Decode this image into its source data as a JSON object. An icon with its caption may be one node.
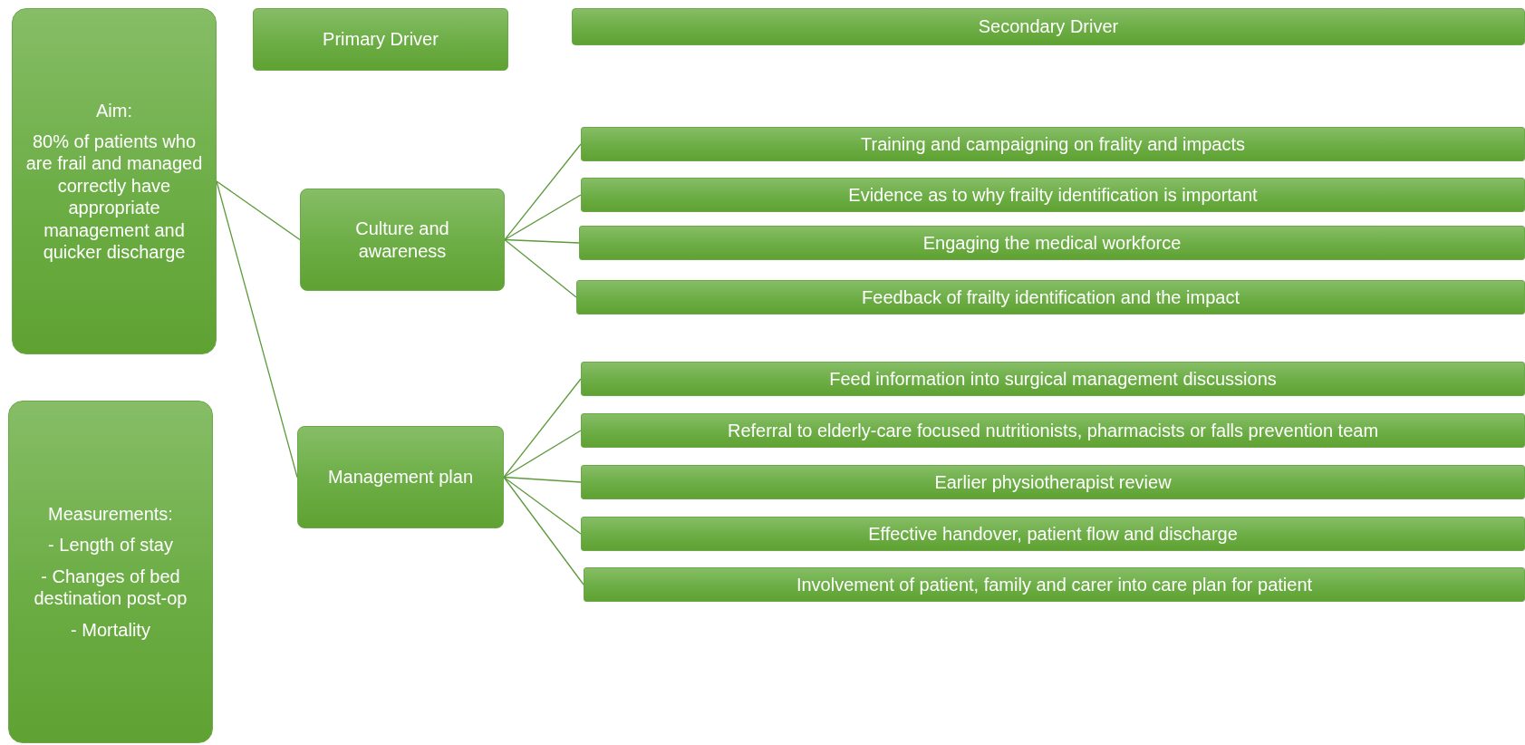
{
  "diagram": {
    "nodes": [
      {
        "text": [
          "Aim:",
          "80% of patients who are frail and managed correctly have appropriate management and quicker discharge"
        ]
      },
      {
        "text": [
          "Measurements:",
          "- Length of stay",
          "- Changes of bed destination post-op",
          "- Mortality"
        ]
      },
      {
        "text": [
          "Primary Driver"
        ]
      },
      {
        "text": [
          "Secondary Driver"
        ]
      },
      {
        "text": [
          "Culture and awareness"
        ]
      },
      {
        "text": [
          "Management plan"
        ]
      },
      {
        "text": [
          "Training and campaigning on frality and impacts"
        ]
      },
      {
        "text": [
          "Evidence as to why frailty identification is important"
        ]
      },
      {
        "text": [
          "Engaging the medical workforce"
        ]
      },
      {
        "text": [
          "Feedback of frailty identification and the impact"
        ]
      },
      {
        "text": [
          "Feed information into surgical management discussions"
        ]
      },
      {
        "text": [
          "Referral to elderly-care focused nutritionists, pharmacists or falls prevention team"
        ]
      },
      {
        "text": [
          "Earlier physiotherapist review"
        ]
      },
      {
        "text": [
          "Effective handover, patient flow and discharge"
        ]
      },
      {
        "text": [
          "Involvement of patient, family and carer into care plan for patient"
        ]
      }
    ],
    "edges": [
      {
        "from": 0,
        "to": 4,
        "arrow": "none"
      },
      {
        "from": 0,
        "to": 5,
        "arrow": "none"
      },
      {
        "from": 4,
        "to": 6,
        "arrow": "none"
      },
      {
        "from": 4,
        "to": 7,
        "arrow": "none"
      },
      {
        "from": 4,
        "to": 8,
        "arrow": "none"
      },
      {
        "from": 4,
        "to": 9,
        "arrow": "none"
      },
      {
        "from": 5,
        "to": 10,
        "arrow": "none"
      },
      {
        "from": 5,
        "to": 11,
        "arrow": "none"
      },
      {
        "from": 5,
        "to": 12,
        "arrow": "none"
      },
      {
        "from": 5,
        "to": 13,
        "arrow": "none"
      },
      {
        "from": 5,
        "to": 14,
        "arrow": "none"
      }
    ]
  }
}
